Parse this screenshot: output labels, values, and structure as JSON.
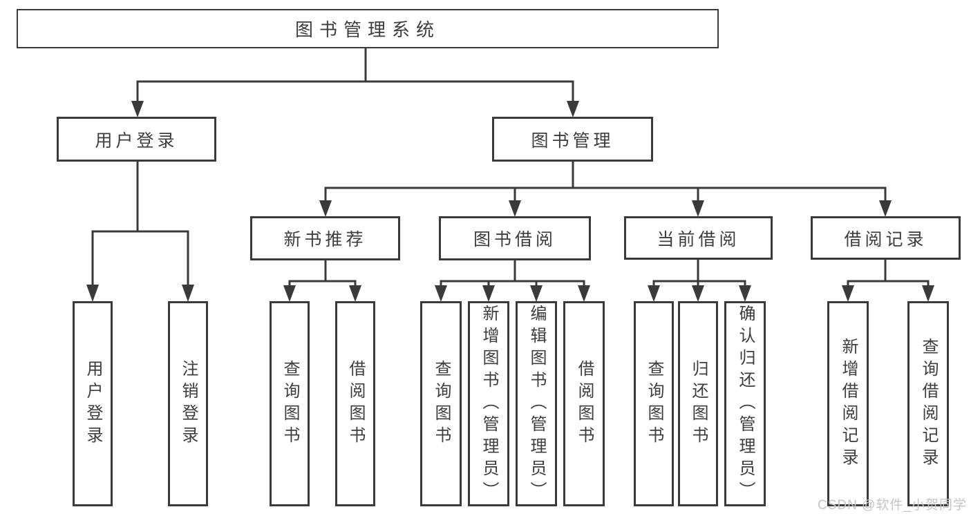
{
  "diagram": {
    "colors": {
      "line": "#3a3a3a",
      "text": "#3d3d3d",
      "fill": "#ffffff",
      "watermark": "#c9c3c3"
    },
    "nodes": {
      "root": "图书管理系统",
      "level2": [
        "用户登录",
        "图书管理"
      ],
      "level3": [
        "新书推荐",
        "图书借阅",
        "当前借阅",
        "借阅记录"
      ],
      "leaves_user_login": [
        "用户登录",
        "注销登录"
      ],
      "leaves_new_book": [
        "查询图书",
        "借阅图书"
      ],
      "leaves_book_borrow": [
        "查询图书",
        "新增图书（管理员）",
        "编辑图书（管理员）",
        "借阅图书"
      ],
      "leaves_current_borrow": [
        "查询图书",
        "归还图书",
        "确认归还（管理员）"
      ],
      "leaves_borrow_record": [
        "新增借阅记录",
        "查询借阅记录"
      ]
    }
  },
  "watermark": {
    "text": "CSDN @软件_小贺同学"
  }
}
